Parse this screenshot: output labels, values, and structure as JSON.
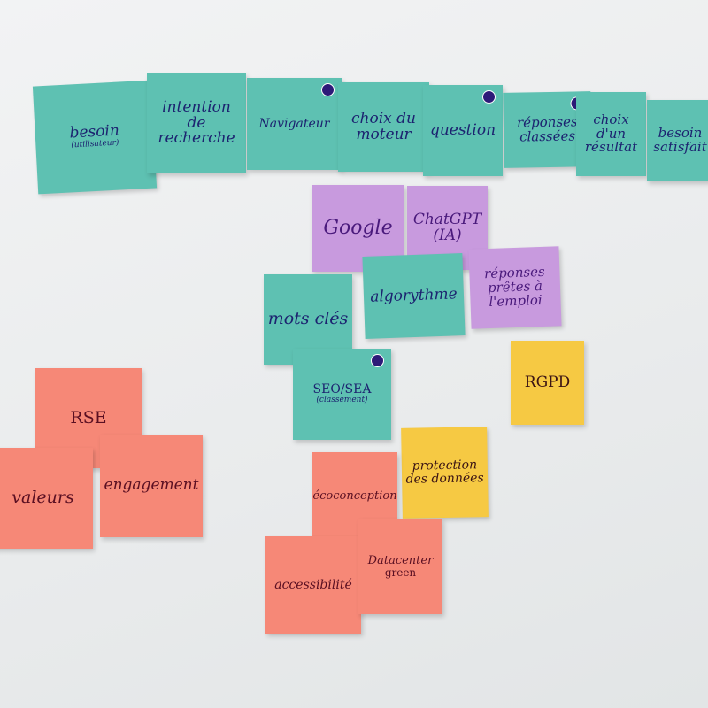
{
  "colors": {
    "teal": "#5ec1b2",
    "purple": "#c89ade",
    "yellow": "#f6c943",
    "salmon": "#f68877",
    "board": "#eceeef"
  },
  "top_row": [
    {
      "text": "besoin",
      "sub": "(utilisateur)"
    },
    {
      "text": "intention de recherche"
    },
    {
      "text": "Navigateur"
    },
    {
      "text": "choix du moteur"
    },
    {
      "text": "question"
    },
    {
      "text": "réponses classées"
    },
    {
      "text": "choix d'un résultat"
    },
    {
      "text": "besoin satisfait"
    }
  ],
  "middle": {
    "google": "Google",
    "chatgpt": "ChatGPT",
    "chatgpt_sub": "(IA)",
    "mots_cles": "mots clés",
    "algorythme": "algorythme",
    "reponses_pretes": "réponses prêtes à l'emploi",
    "seo_sea": "SEO/SEA",
    "seo_sea_sub": "(classement)",
    "rgpd": "RGPD",
    "protection": "protection des données",
    "ecoconception": "écoconception",
    "accessibilite": "accessibilité",
    "datacenter": "Datacenter",
    "datacenter_sub": "green"
  },
  "left": {
    "rse": "RSE",
    "valeurs": "valeurs",
    "engagement": "engagement"
  },
  "icons": {
    "sticker": "sticker-dot-icon"
  }
}
